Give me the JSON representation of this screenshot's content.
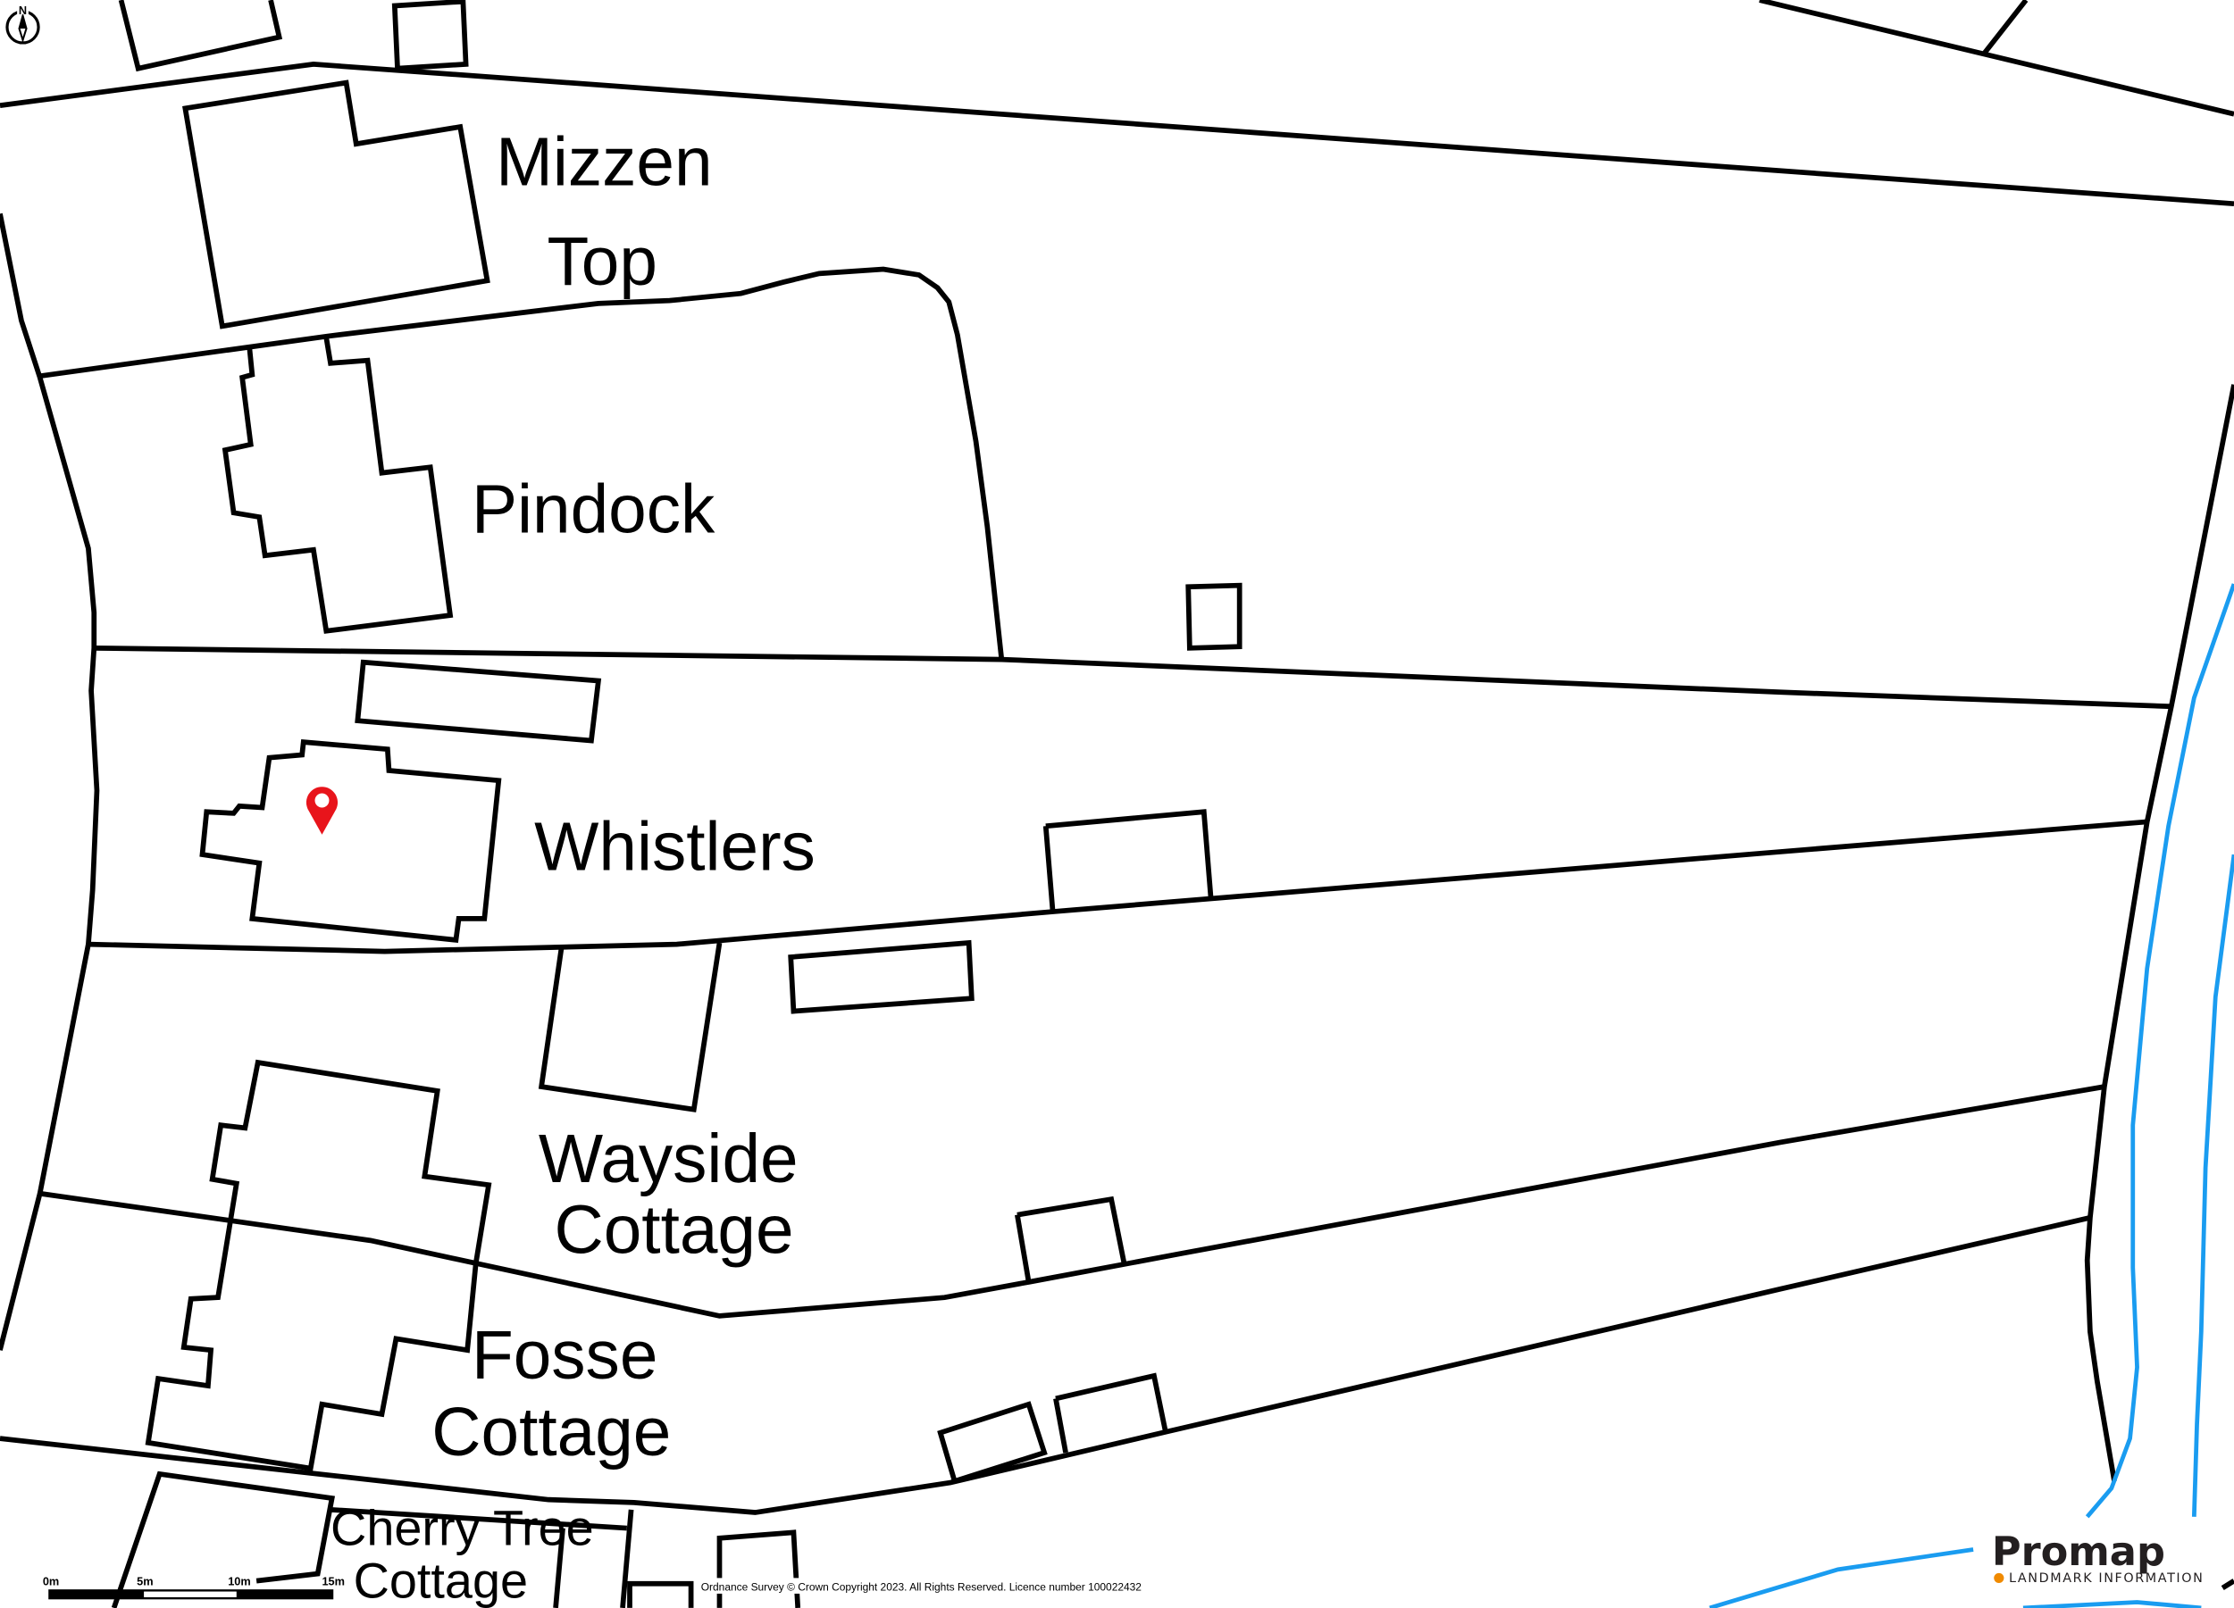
{
  "labels": {
    "mizzen": "Mizzen",
    "top": "Top",
    "pindock": "Pindock",
    "whistlers": "Whistlers",
    "wayside": "Wayside",
    "wayside_cottage": "Cottage",
    "fosse": "Fosse",
    "fosse_cottage": "Cottage",
    "cherry_tree": "Cherry Tree",
    "cherry_cottage": "Cottage"
  },
  "north_label": "N",
  "scale_bar": {
    "ticks": [
      "0m",
      "5m",
      "10m",
      "15m"
    ]
  },
  "copyright": "Ordnance Survey © Crown Copyright 2023. All Rights Reserved. Licence number 100022432",
  "logo": {
    "name": "Promap",
    "subtitle": "LANDMARK INFORMATION"
  },
  "colors": {
    "marker": "#e8141b",
    "river": "#1a9cf0",
    "logo_dot": "#f08a00"
  }
}
